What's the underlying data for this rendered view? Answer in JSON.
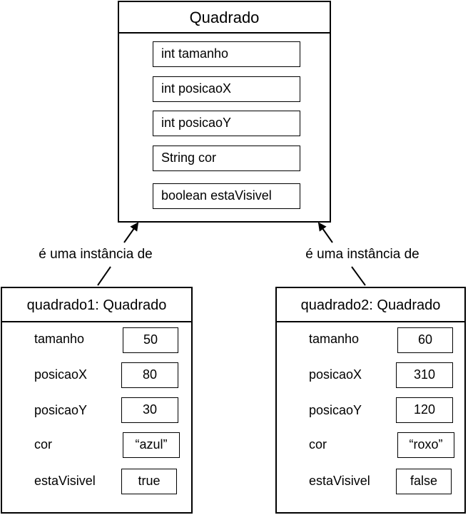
{
  "class_box": {
    "name": "Quadrado",
    "attributes": [
      "int tamanho",
      "int posicaoX",
      "int posicaoY",
      "String cor",
      "boolean estaVisivel"
    ]
  },
  "relation_label": "é uma instância de",
  "objects": [
    {
      "title": "quadrado1: Quadrado",
      "fields": [
        {
          "name": "tamanho",
          "value": "50"
        },
        {
          "name": "posicaoX",
          "value": "80"
        },
        {
          "name": "posicaoY",
          "value": "30"
        },
        {
          "name": "cor",
          "value": "“azul”"
        },
        {
          "name": "estaVisivel",
          "value": "true"
        }
      ]
    },
    {
      "title": "quadrado2: Quadrado",
      "fields": [
        {
          "name": "tamanho",
          "value": "60"
        },
        {
          "name": "posicaoX",
          "value": "310"
        },
        {
          "name": "posicaoY",
          "value": "120"
        },
        {
          "name": "cor",
          "value": "“roxo”"
        },
        {
          "name": "estaVisivel",
          "value": "false"
        }
      ]
    }
  ]
}
